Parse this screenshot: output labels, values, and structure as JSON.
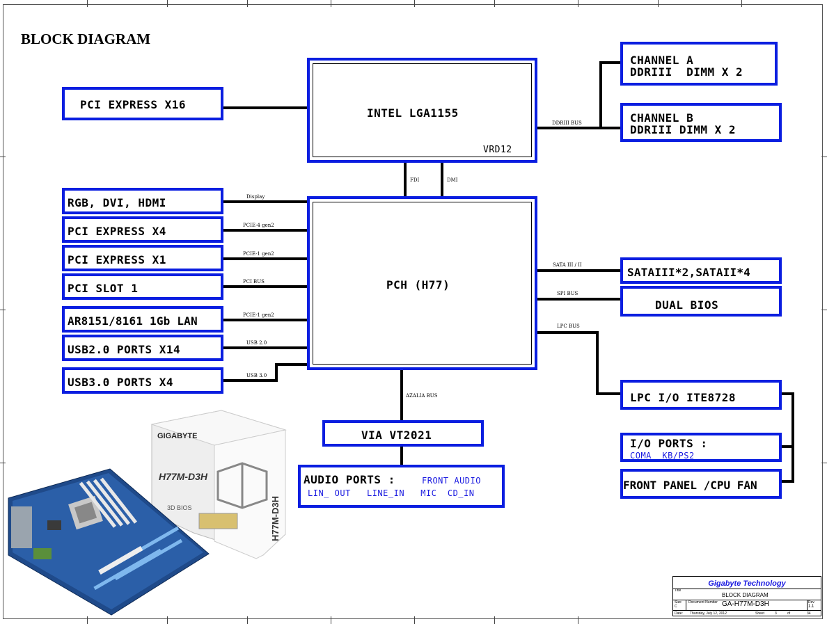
{
  "page_title": "BLOCK DIAGRAM",
  "accent_color": "#0a1ee0",
  "cpu": {
    "label": "INTEL LGA1155",
    "vr_label": "VRD12"
  },
  "pch": {
    "label": "PCH (H77)"
  },
  "left_blocks": [
    {
      "label": "PCI EXPRESS X16"
    },
    {
      "label": "RGB, DVI, HDMI",
      "bus": "Display"
    },
    {
      "label": "PCI EXPRESS X4",
      "bus": "PCIE-4 gen2"
    },
    {
      "label": "PCI EXPRESS X1",
      "bus": "PCIE-1 gen2"
    },
    {
      "label": "PCI SLOT 1",
      "bus": "PCI BUS"
    },
    {
      "label": "AR8151/8161 1Gb LAN",
      "bus": "PCIE-1 gen2"
    },
    {
      "label": "USB2.0 PORTS X14",
      "bus": "USB 2.0"
    },
    {
      "label": "USB3.0 PORTS X4",
      "bus": "USB 3.0"
    }
  ],
  "memory": {
    "bus": "DDRIII BUS",
    "channel_a": {
      "line1": "CHANNEL A",
      "line2": "DDRIII  DIMM X 2"
    },
    "channel_b": {
      "line1": "CHANNEL B",
      "line2": "DDRIII DIMM X 2"
    }
  },
  "cpu_pch_links": {
    "fdi": "FDI",
    "dmi": "DMI"
  },
  "right_blocks": {
    "sata": {
      "label": "SATAIII*2,SATAII*4",
      "bus": "SATA III / II"
    },
    "bios": {
      "label": "DUAL BIOS",
      "bus": "SPI BUS"
    },
    "lpc": {
      "label": "LPC I/O ITE8728",
      "bus": "LPC BUS"
    },
    "io": {
      "label": "I/O PORTS :",
      "sub": "COMA  KB/PS2"
    },
    "panel": {
      "label": "FRONT PANEL /CPU FAN"
    }
  },
  "audio": {
    "bus": "AZALIA BUS",
    "codec": "VIA VT2021",
    "ports_label": "AUDIO PORTS :",
    "ports_line1": "FRONT AUDIO",
    "ports_line2": "LIN_ OUT   LINE_IN   MIC  CD_IN"
  },
  "product_photo": {
    "brand": "GIGABYTE",
    "model": "H77M-D3H",
    "badge": "3D BIOS"
  },
  "title_block": {
    "company": "Gigabyte Technology",
    "title_caption": "Title",
    "title": "BLOCK DIAGRAM",
    "size_caption": "Size",
    "size": "C",
    "doc_caption": "Document Number",
    "doc_number": "GA-H77M-D3H",
    "rev_caption": "Rev",
    "rev": "1.1",
    "date_caption": "Date:",
    "date": "Thursday, July 12, 2012",
    "sheet_caption": "Sheet",
    "sheet": "3",
    "of_caption": "of",
    "total": "34"
  }
}
